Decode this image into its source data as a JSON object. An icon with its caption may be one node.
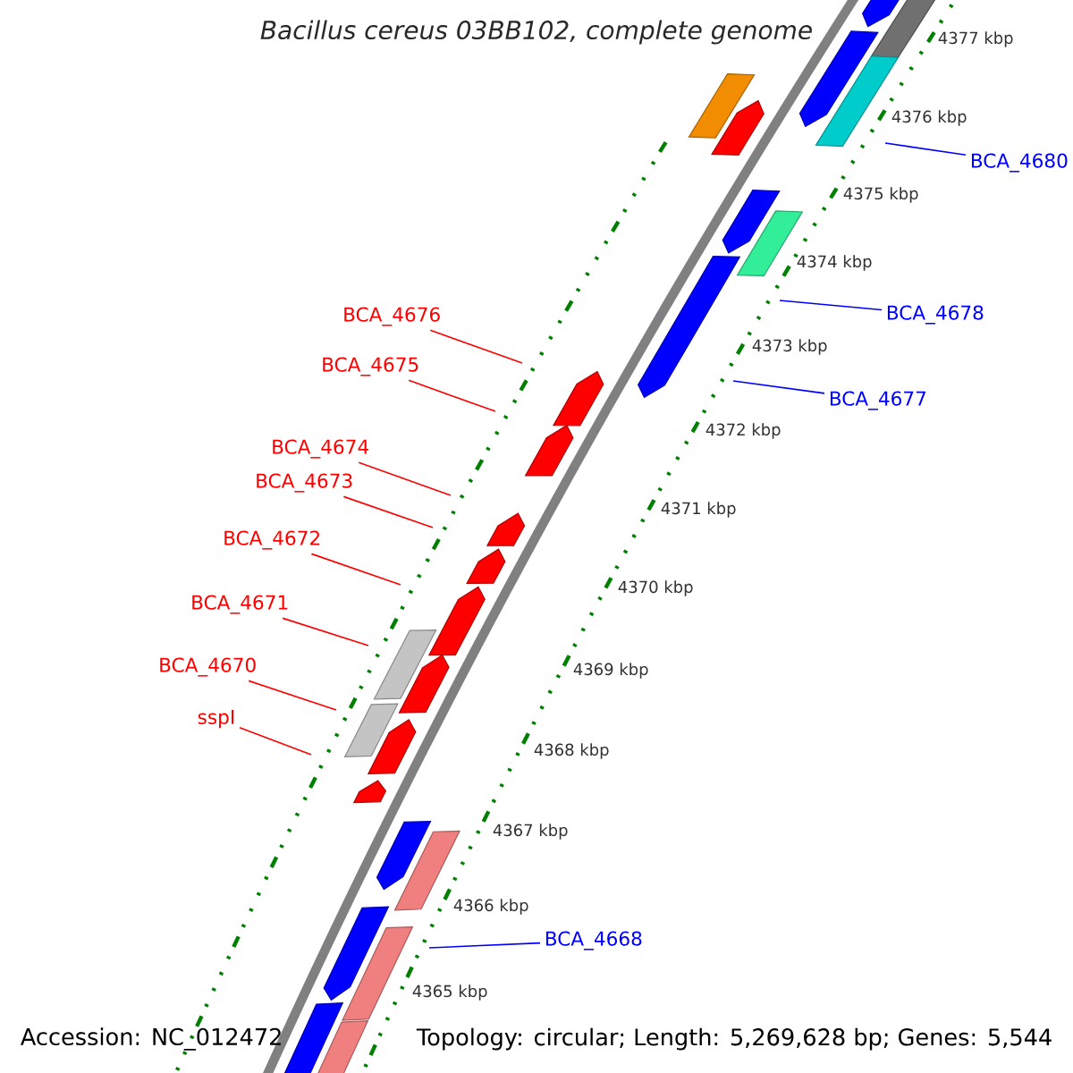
{
  "diagram": {
    "title": "Bacillus cereus 03BB102, complete genome",
    "nodes": [
      {
        "text": [
          "BCA_4680"
        ]
      },
      {
        "text": [
          "BCA_4678"
        ]
      },
      {
        "text": [
          "BCA_4676"
        ]
      },
      {
        "text": [
          "BCA_4675"
        ]
      },
      {
        "text": [
          "BCA_4677"
        ]
      },
      {
        "text": [
          "BCA_4674"
        ]
      },
      {
        "text": [
          "BCA_4673"
        ]
      },
      {
        "text": [
          "BCA_4672"
        ]
      },
      {
        "text": [
          "BCA_4671"
        ]
      },
      {
        "text": [
          "BCA_4670"
        ]
      },
      {
        "text": [
          "sspI"
        ]
      },
      {
        "text": [
          "BCA_4668"
        ]
      }
    ],
    "edges": [
      {
        "from": 0,
        "to": null,
        "arrow": "none",
        "color": "#0000ff"
      },
      {
        "from": 1,
        "to": null,
        "arrow": "none",
        "color": "#0000ff"
      },
      {
        "from": 2,
        "to": null,
        "arrow": "none"
      },
      {
        "from": 3,
        "to": null,
        "arrow": "none"
      },
      {
        "from": 4,
        "to": null,
        "arrow": "none",
        "color": "#0000ff"
      },
      {
        "from": 5,
        "to": null,
        "arrow": "none"
      },
      {
        "from": 6,
        "to": null,
        "arrow": "none"
      },
      {
        "from": 7,
        "to": null,
        "arrow": "none"
      },
      {
        "from": 8,
        "to": null,
        "arrow": "none"
      },
      {
        "from": 9,
        "to": null,
        "arrow": "none"
      },
      {
        "from": 10,
        "to": null,
        "arrow": "none"
      },
      {
        "from": 11,
        "to": null,
        "arrow": "none",
        "color": "#0000ff"
      }
    ],
    "labels": [
      "4377 kbp",
      "4376 kbp",
      "4375 kbp",
      "4374 kbp",
      "4373 kbp",
      "4372 kbp",
      "4371 kbp",
      "4370 kbp",
      "4369 kbp",
      "4368 kbp",
      "4367 kbp",
      "4366 kbp",
      "4365 kbp",
      "Accession: NC_012472",
      "Topology: circular; Length: 5,269,628 bp; Genes: 5,544"
    ]
  }
}
